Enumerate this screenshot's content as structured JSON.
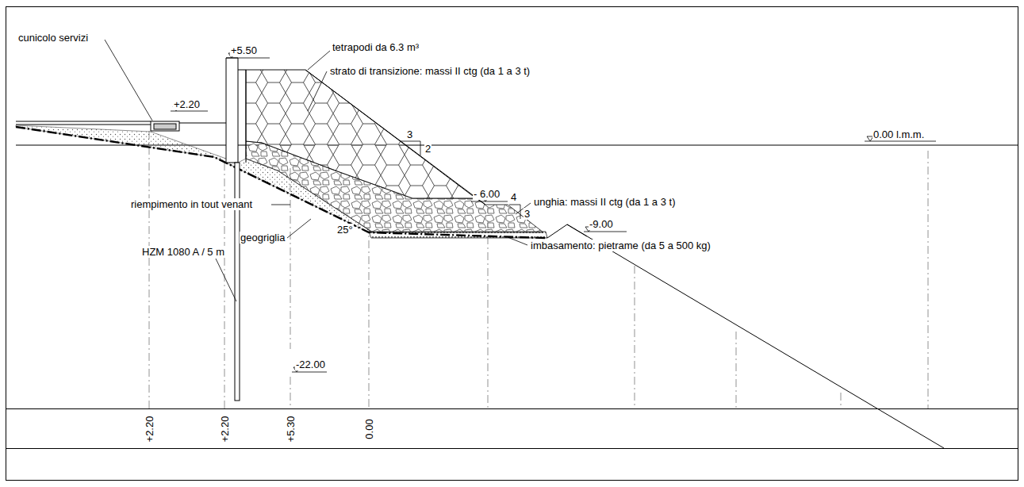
{
  "diagram": {
    "labels": [
      "cunicolo servizi",
      "+5.50",
      "+2.20",
      "tetrapodi da 6.3 m³",
      "strato di transizione: massi II ctg (da 1 a 3 t)",
      "0.00 l.m.m.",
      "3",
      "2",
      "- 6.00",
      "4",
      "3",
      "unghia: massi II ctg (da 1 a 3 t)",
      "-9.00",
      "riempimento in tout venant",
      "geogriglia",
      "25°",
      "imbasamento: pietrame (da 5 a 500 kg)",
      "HZM 1080 A / 5 m",
      "-22.00",
      "+2.20",
      "+2.20",
      "+5.30",
      "0.00"
    ]
  }
}
